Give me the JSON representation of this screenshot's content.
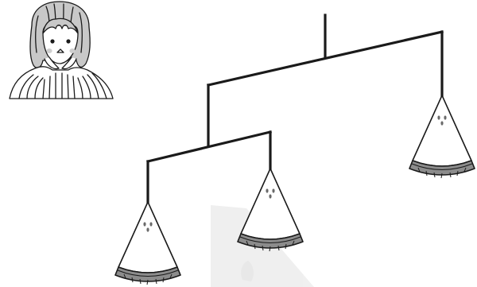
{
  "scene": {
    "character": "girl-with-bob-haircut",
    "object": "hanging-balance-mobile",
    "item_icon": "watermelon-slice-icon",
    "item_count": 3,
    "colors": {
      "line": "#1a1a1a",
      "rind": "#8c8c8c",
      "hair": "#c8c8c8",
      "cheek": "#c8c8c8",
      "background": "#ffffff",
      "watermark": "#eeeeee"
    }
  }
}
